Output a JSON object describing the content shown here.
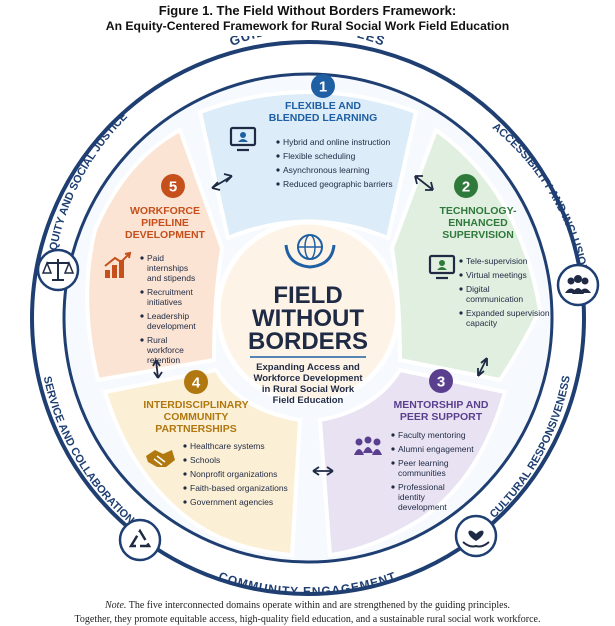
{
  "figure": {
    "title": "Figure 1. The Field Without Borders Framework:",
    "subtitle": "An Equity-Centered Framework for Rural Social Work Field Education"
  },
  "ring": {
    "top": "GUIDING PRINCIPLES",
    "bottom": "COMMUNITY ENGAGEMENT",
    "upper_left": "EQUITY AND SOCIAL JUSTICE",
    "upper_right": "ACCESSIBILITY AND INCLUSION",
    "lower_left": "SERVICE AND COLLABORATION",
    "lower_right": "CULTURAL RESPONSIVENESS"
  },
  "center": {
    "title_line1": "FIELD",
    "title_line2": "WITHOUT",
    "title_line3": "BORDERS",
    "subtitle": [
      "Expanding Access and",
      "Workforce Development",
      "in Rural Social Work",
      "Field Education"
    ]
  },
  "domains": [
    {
      "number": "1",
      "title": [
        "FLEXIBLE AND",
        "BLENDED LEARNING"
      ],
      "items": [
        "Hybrid and online instruction",
        "Flexible scheduling",
        "Asynchronous learning",
        "Reduced geographic barriers"
      ],
      "color": "#1f5fa3",
      "bg": "#dcecf8"
    },
    {
      "number": "2",
      "title": [
        "TECHNOLOGY-",
        "ENHANCED",
        "SUPERVISION"
      ],
      "items": [
        "Tele-supervision",
        "Virtual meetings",
        "Digital communication",
        "Expanded supervision capacity"
      ],
      "color": "#2f7a3a",
      "bg": "#e1efe0"
    },
    {
      "number": "3",
      "title": [
        "MENTORSHIP AND",
        "PEER SUPPORT"
      ],
      "items": [
        "Faculty mentoring",
        "Alumni engagement",
        "Peer learning communities",
        "Professional identity development"
      ],
      "color": "#5b3f8f",
      "bg": "#e8e2f2"
    },
    {
      "number": "4",
      "title": [
        "INTERDISCIPLINARY",
        "COMMUNITY",
        "PARTNERSHIPS"
      ],
      "items": [
        "Healthcare systems",
        "Schools",
        "Nonprofit organizations",
        "Faith-based organizations",
        "Government agencies"
      ],
      "color": "#b0780f",
      "bg": "#fbefd6"
    },
    {
      "number": "5",
      "title": [
        "WORKFORCE",
        "PIPELINE",
        "DEVELOPMENT"
      ],
      "items": [
        "Paid internships and stipends",
        "Recruitment initiatives",
        "Leadership development",
        "Rural workforce retention"
      ],
      "color": "#c5501c",
      "bg": "#fbe4d4"
    }
  ],
  "note": {
    "label": "Note.",
    "line1": "The five interconnected domains operate within and are strengthened by the guiding principles.",
    "line2": "Together, they promote equitable access, high-quality field education, and a sustainable rural social work workforce."
  },
  "colors": {
    "ring": "#1f3f72",
    "ring_fill": "#ffffff",
    "center_bg": "#fdf4e7",
    "navy": "#1f2a44"
  },
  "icons": {
    "ring": [
      "scales-icon",
      "people-group-icon",
      "hands-heart-icon",
      "recycle-arrows-icon"
    ],
    "domains": [
      "monitor-person-icon",
      "monitor-user-icon",
      "people-group-icon",
      "handshake-icon",
      "growth-chart-icon"
    ],
    "center": "globe-hands-icon"
  }
}
